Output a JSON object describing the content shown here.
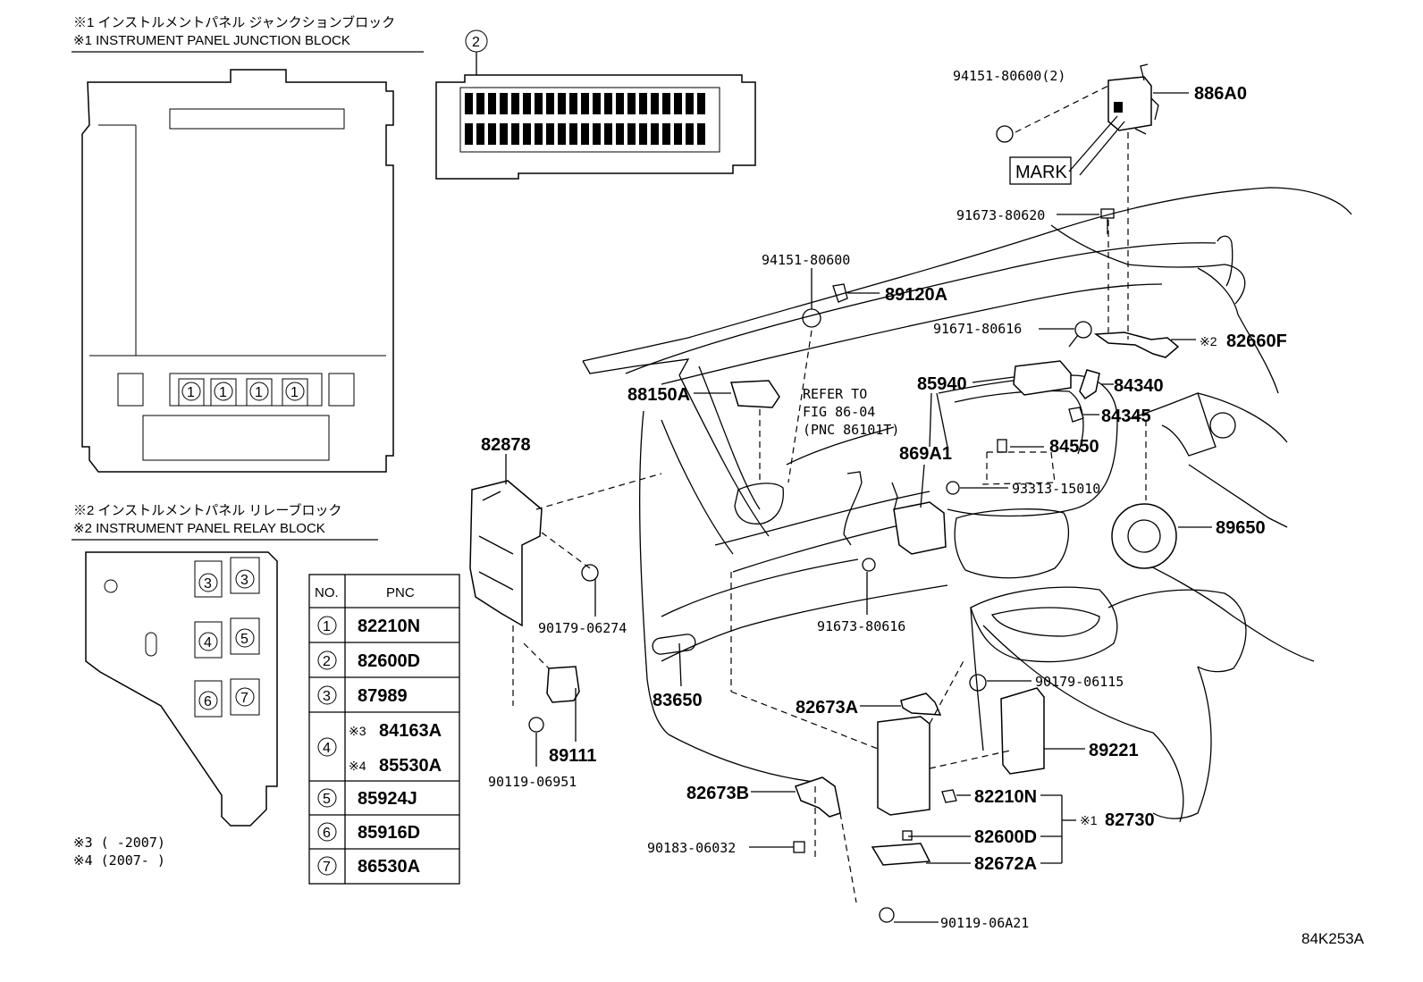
{
  "headings": {
    "junction_jp": "※1 インストルメントパネル ジャンクションブロック",
    "junction_en": "※1 INSTRUMENT PANEL JUNCTION BLOCK",
    "relay_jp": "※2 インストルメントパネル リレーブロック",
    "relay_en": "※2 INSTRUMENT PANEL RELAY BLOCK"
  },
  "circled": {
    "one": "1",
    "two": "2",
    "three": "3",
    "four": "4",
    "five": "5",
    "six": "6",
    "seven": "7"
  },
  "table": {
    "col_no": "NO.",
    "col_pnc": "PNC",
    "rows": [
      {
        "no": "1",
        "pnc": "82210N"
      },
      {
        "no": "2",
        "pnc": "82600D"
      },
      {
        "no": "3",
        "pnc": "87989"
      },
      {
        "no": "4",
        "pnc_a_mark": "※3",
        "pnc_a": "84163A",
        "pnc_b_mark": "※4",
        "pnc_b": "85530A"
      },
      {
        "no": "5",
        "pnc": "85924J"
      },
      {
        "no": "6",
        "pnc": "85916D"
      },
      {
        "no": "7",
        "pnc": "86530A"
      }
    ]
  },
  "notes": {
    "n3": "※3 (          -2007)",
    "n4": "※4 (2007-           )"
  },
  "refer": {
    "l1": "REFER TO",
    "l2": "FIG 86-04",
    "l3": "(PNC 86101T)"
  },
  "mark_label": "MARK",
  "marks": {
    "m2": "※2",
    "m1": "※1"
  },
  "parts": {
    "p94151_80600_2": "94151-80600(2)",
    "p886A0": "886A0",
    "p91673_80620": "91673-80620",
    "p94151_80600": "94151-80600",
    "p89120A": "89120A",
    "p91671_80616": "91671-80616",
    "p82660F": "82660F",
    "p88150A": "88150A",
    "p85940": "85940",
    "p84340": "84340",
    "p84345": "84345",
    "p869A1": "869A1",
    "p84550": "84550",
    "p93313_15010": "93313-15010",
    "p82878": "82878",
    "p89650": "89650",
    "p90179_06274": "90179-06274",
    "p91673_80616": "91673-80616",
    "p83650": "83650",
    "p90179_06115": "90179-06115",
    "p82673A": "82673A",
    "p89111": "89111",
    "p89221": "89221",
    "p90119_06951": "90119-06951",
    "p82673B": "82673B",
    "p82210N": "82210N",
    "p82730": "82730",
    "p90183_06032": "90183-06032",
    "p82600D": "82600D",
    "p82672A": "82672A",
    "p90119_06A21": "90119-06A21"
  },
  "figure_id": "84K253A"
}
